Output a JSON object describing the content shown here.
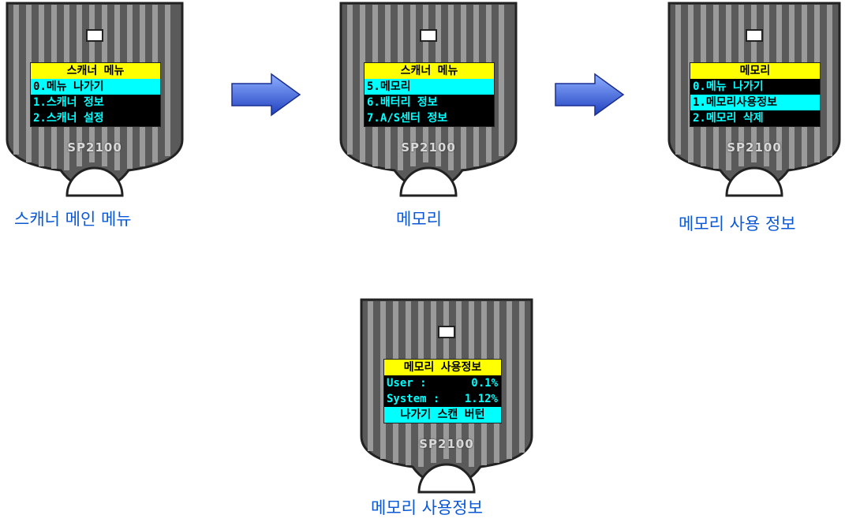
{
  "model_label": "SP2100",
  "colors": {
    "title_bg": "#ffff00",
    "selected_bg": "#00ffff",
    "text_cyan": "#00ffff",
    "caption": "#0a58d6",
    "arrow": "#3f6fe0"
  },
  "screens": [
    {
      "title": "스캐너 메뉴",
      "rows": [
        "0.메뉴 나가기",
        "1.스캐너 정보",
        "2.스캐너 설정"
      ],
      "selected": 0,
      "caption": "스캐너 메인 메뉴"
    },
    {
      "title": "스캐너 메뉴",
      "rows": [
        "5.메모리",
        "6.배터리 정보",
        "7.A/S센터 정보"
      ],
      "selected": 0,
      "caption": "메모리"
    },
    {
      "title": "메모리",
      "rows": [
        "0.메뉴 나가기",
        "1.메모리사용정보",
        "2.메모리 삭제"
      ],
      "selected": 1,
      "caption": "메모리 사용 정보"
    },
    {
      "title": "메모리 사용정보",
      "info_rows": [
        {
          "label": "User :",
          "value": "0.1%"
        },
        {
          "label": "System :",
          "value": "1.12%"
        }
      ],
      "footer": "나가기 스캔 버턴",
      "caption": "메모리 사용정보"
    }
  ]
}
